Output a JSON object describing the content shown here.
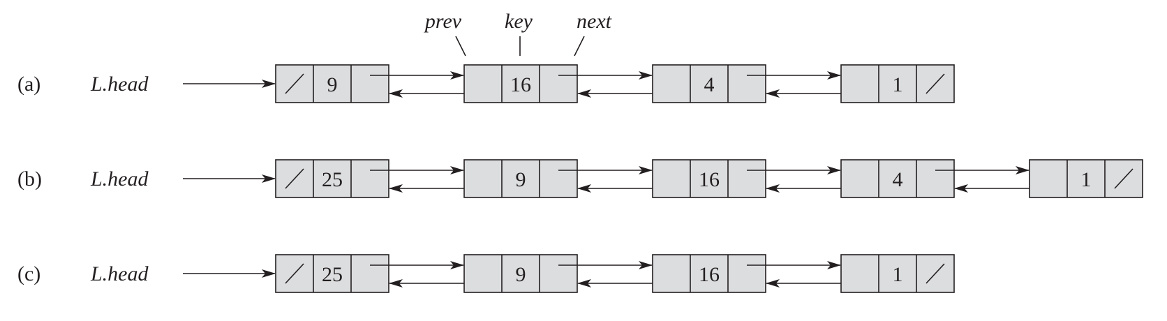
{
  "field_labels": {
    "prev": "prev",
    "key": "key",
    "next": "next"
  },
  "colors": {
    "node_fill": "#dcdddf",
    "stroke": "#231f20",
    "background": "#ffffff"
  },
  "rows": [
    {
      "tag": "(a)",
      "head": "L.head",
      "keys": [
        "9",
        "16",
        "4",
        "1"
      ]
    },
    {
      "tag": "(b)",
      "head": "L.head",
      "keys": [
        "25",
        "9",
        "16",
        "4",
        "1"
      ]
    },
    {
      "tag": "(c)",
      "head": "L.head",
      "keys": [
        "25",
        "9",
        "16",
        "1"
      ]
    }
  ]
}
